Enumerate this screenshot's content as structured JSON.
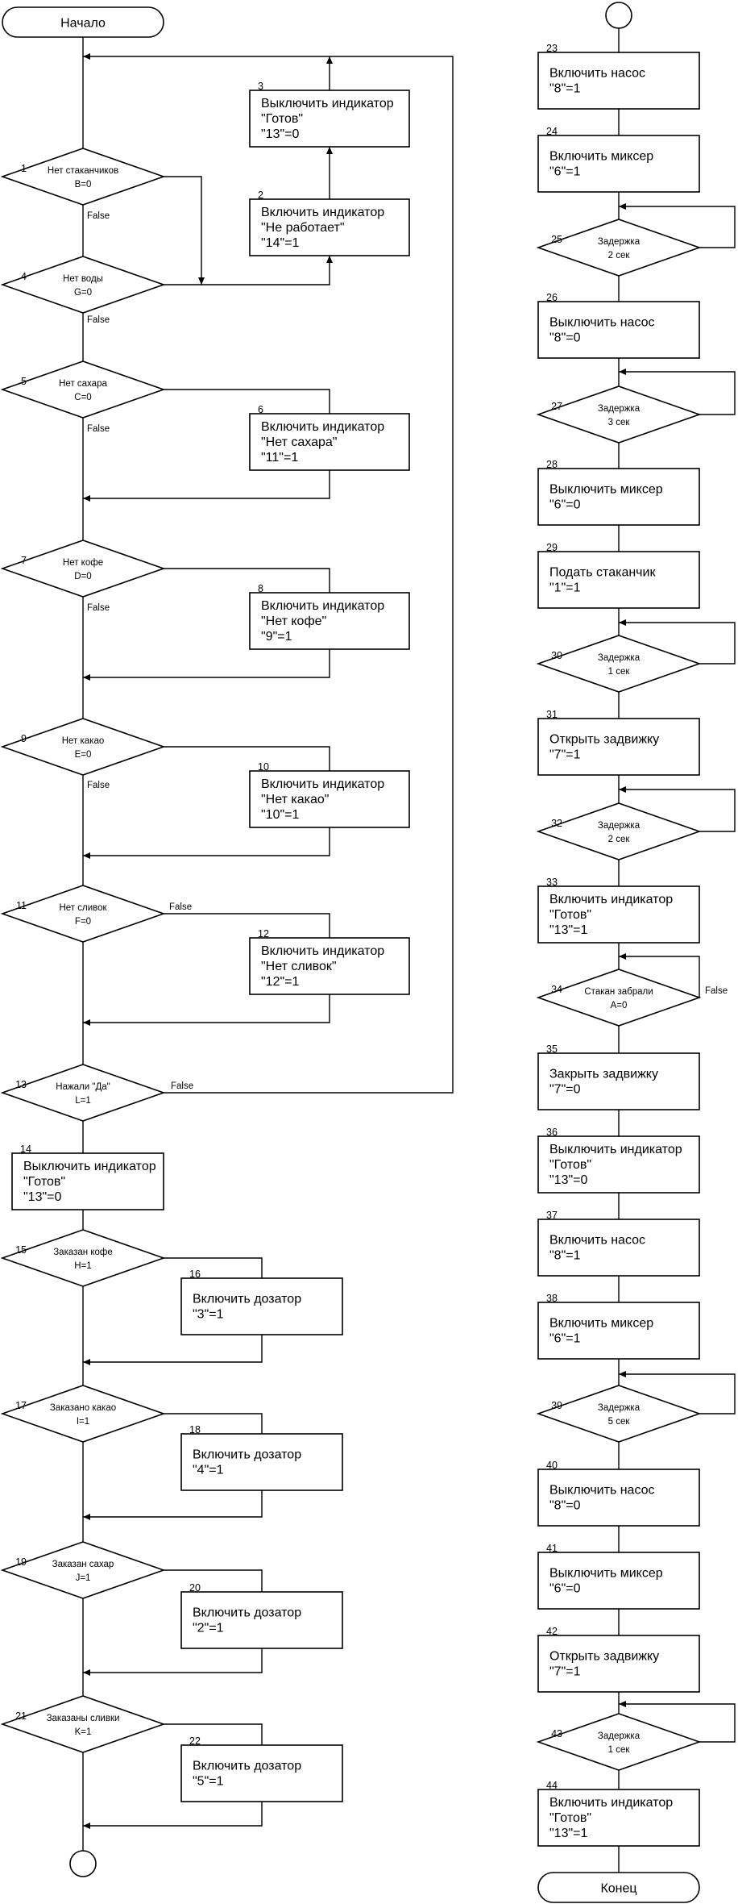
{
  "terminals": {
    "start": "Начало",
    "end": "Конец"
  },
  "edge_labels": {
    "false": "False"
  },
  "nodes": [
    {
      "id": "1",
      "type": "decision",
      "lines": [
        "Нет стаканчиков",
        "B=0"
      ]
    },
    {
      "id": "2",
      "type": "process",
      "lines": [
        "Включить индикатор",
        "\"Не работает\"",
        "\"14\"=1"
      ]
    },
    {
      "id": "3",
      "type": "process",
      "lines": [
        "Выключить индикатор",
        "\"Готов\"",
        "\"13\"=0"
      ]
    },
    {
      "id": "4",
      "type": "decision",
      "lines": [
        "Нет воды",
        "G=0"
      ]
    },
    {
      "id": "5",
      "type": "decision",
      "lines": [
        "Нет сахара",
        "C=0"
      ]
    },
    {
      "id": "6",
      "type": "process",
      "lines": [
        "Включить индикатор",
        "\"Нет сахара\"",
        "\"11\"=1"
      ]
    },
    {
      "id": "7",
      "type": "decision",
      "lines": [
        "Нет кофе",
        "D=0"
      ]
    },
    {
      "id": "8",
      "type": "process",
      "lines": [
        "Включить индикатор",
        "\"Нет кофе\"",
        "\"9\"=1"
      ]
    },
    {
      "id": "9",
      "type": "decision",
      "lines": [
        "Нет какао",
        "E=0"
      ]
    },
    {
      "id": "10",
      "type": "process",
      "lines": [
        "Включить индикатор",
        "\"Нет какао\"",
        "\"10\"=1"
      ]
    },
    {
      "id": "11",
      "type": "decision",
      "lines": [
        "Нет сливок",
        "F=0"
      ]
    },
    {
      "id": "12",
      "type": "process",
      "lines": [
        "Включить индикатор",
        "\"Нет сливок\"",
        "\"12\"=1"
      ]
    },
    {
      "id": "13",
      "type": "decision",
      "lines": [
        "Нажали \"Да\"",
        "L=1"
      ]
    },
    {
      "id": "14",
      "type": "process",
      "lines": [
        "Выключить индикатор",
        "\"Готов\"",
        "\"13\"=0"
      ]
    },
    {
      "id": "15",
      "type": "decision",
      "lines": [
        "Заказан кофе",
        "H=1"
      ]
    },
    {
      "id": "16",
      "type": "process",
      "lines": [
        "Включить дозатор",
        "\"3\"=1"
      ]
    },
    {
      "id": "17",
      "type": "decision",
      "lines": [
        "Заказано какао",
        "I=1"
      ]
    },
    {
      "id": "18",
      "type": "process",
      "lines": [
        "Включить дозатор",
        "\"4\"=1"
      ]
    },
    {
      "id": "19",
      "type": "decision",
      "lines": [
        "Заказан сахар",
        "J=1"
      ]
    },
    {
      "id": "20",
      "type": "process",
      "lines": [
        "Включить дозатор",
        "\"2\"=1"
      ]
    },
    {
      "id": "21",
      "type": "decision",
      "lines": [
        "Заказаны сливки",
        "K=1"
      ]
    },
    {
      "id": "22",
      "type": "process",
      "lines": [
        "Включить дозатор",
        "\"5\"=1"
      ]
    },
    {
      "id": "23",
      "type": "process",
      "lines": [
        "Включить насос",
        "\"8\"=1"
      ]
    },
    {
      "id": "24",
      "type": "process",
      "lines": [
        "Включить миксер",
        "\"6\"=1"
      ]
    },
    {
      "id": "25",
      "type": "decision",
      "lines": [
        "Задержка",
        "2 сек"
      ]
    },
    {
      "id": "26",
      "type": "process",
      "lines": [
        "Выключить насос",
        "\"8\"=0"
      ]
    },
    {
      "id": "27",
      "type": "decision",
      "lines": [
        "Задержка",
        "3 сек"
      ]
    },
    {
      "id": "28",
      "type": "process",
      "lines": [
        "Выключить миксер",
        "\"6\"=0"
      ]
    },
    {
      "id": "29",
      "type": "process",
      "lines": [
        "Подать стаканчик",
        "\"1\"=1"
      ]
    },
    {
      "id": "30",
      "type": "decision",
      "lines": [
        "Задержка",
        "1 сек"
      ]
    },
    {
      "id": "31",
      "type": "process",
      "lines": [
        "Открыть задвижку",
        "\"7\"=1"
      ]
    },
    {
      "id": "32",
      "type": "decision",
      "lines": [
        "Задержка",
        "2 сек"
      ]
    },
    {
      "id": "33",
      "type": "process",
      "lines": [
        "Включить индикатор",
        "\"Готов\"",
        "\"13\"=1"
      ]
    },
    {
      "id": "34",
      "type": "decision",
      "lines": [
        "Стакан забрали",
        "A=0"
      ]
    },
    {
      "id": "35",
      "type": "process",
      "lines": [
        "Закрыть задвижку",
        "\"7\"=0"
      ]
    },
    {
      "id": "36",
      "type": "process",
      "lines": [
        "Выключить индикатор",
        "\"Готов\"",
        "\"13\"=0"
      ]
    },
    {
      "id": "37",
      "type": "process",
      "lines": [
        "Включить насос",
        "\"8\"=1"
      ]
    },
    {
      "id": "38",
      "type": "process",
      "lines": [
        "Включить миксер",
        "\"6\"=1"
      ]
    },
    {
      "id": "39",
      "type": "decision",
      "lines": [
        "Задержка",
        "5 сек"
      ]
    },
    {
      "id": "40",
      "type": "process",
      "lines": [
        "Выключить насос",
        "\"8\"=0"
      ]
    },
    {
      "id": "41",
      "type": "process",
      "lines": [
        "Выключить миксер",
        "\"6\"=0"
      ]
    },
    {
      "id": "42",
      "type": "process",
      "lines": [
        "Открыть задвижку",
        "\"7\"=1"
      ]
    },
    {
      "id": "43",
      "type": "decision",
      "lines": [
        "Задержка",
        "1 сек"
      ]
    },
    {
      "id": "44",
      "type": "process",
      "lines": [
        "Включить индикатор",
        "\"Готов\"",
        "\"13\"=1"
      ]
    }
  ]
}
